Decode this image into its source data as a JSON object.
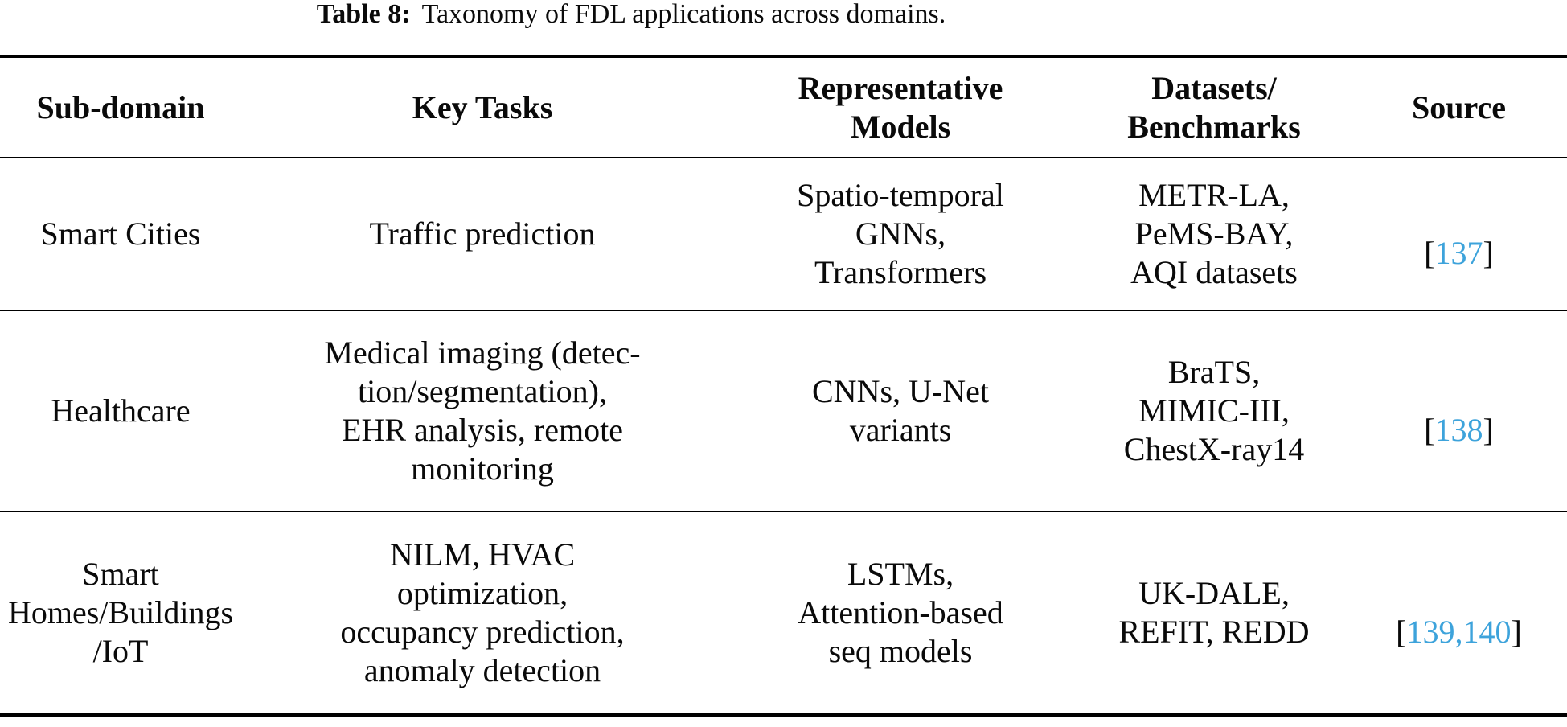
{
  "caption": {
    "label": "Table 8:",
    "text": "Taxonomy of FDL applications across domains."
  },
  "colors": {
    "citation_link": "#3da3db",
    "body_text": "#0a0a0a",
    "rule": "#000000",
    "background": "#ffffff"
  },
  "table": {
    "headers": [
      "Sub-domain",
      "Key Tasks",
      "Representative\nModels",
      "Datasets/\nBenchmarks",
      "Source"
    ],
    "rows": [
      {
        "sub_domain": "Smart Cities",
        "key_tasks": "Traffic prediction",
        "models": "Spatio-temporal\nGNNs,\nTransformers",
        "datasets": "METR-LA,\nPeMS-BAY,\nAQI datasets",
        "source": {
          "open": "[",
          "refs": "137",
          "close": "]"
        }
      },
      {
        "sub_domain": "Healthcare",
        "key_tasks": "Medical imaging (detec-\ntion/segmentation),\nEHR analysis, remote\nmonitoring",
        "models": "CNNs, U-Net\nvariants",
        "datasets": "BraTS,\nMIMIC-III,\nChestX-ray14",
        "source": {
          "open": "[",
          "refs": "138",
          "close": "]"
        }
      },
      {
        "sub_domain": "Smart\nHomes/Buildings\n/IoT",
        "key_tasks": "NILM, HVAC\noptimization,\noccupancy prediction,\nanomaly detection",
        "models": "LSTMs,\nAttention-based\nseq models",
        "datasets": "UK-DALE,\nREFIT, REDD",
        "source": {
          "open": "[",
          "refs": "139,140",
          "close": "]"
        }
      }
    ]
  }
}
